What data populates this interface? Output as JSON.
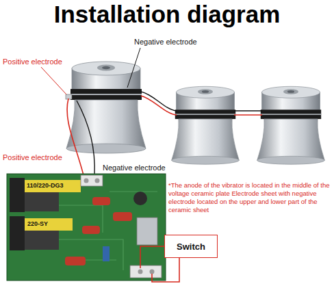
{
  "diagram": {
    "title": "Installation diagram",
    "nodes": [
      {
        "text": [
          "Switch"
        ]
      }
    ],
    "labels": [
      "Negative electrode",
      "Positive electrode",
      "Positive electrode",
      "Negative electrode",
      "110/220-DG3",
      "220-SY",
      "*The anode of the vibrator is located in the middle of the voltage ceramic plate Electrode sheet with negative electrode located on the upper and lower part of the ceramic sheet"
    ]
  }
}
